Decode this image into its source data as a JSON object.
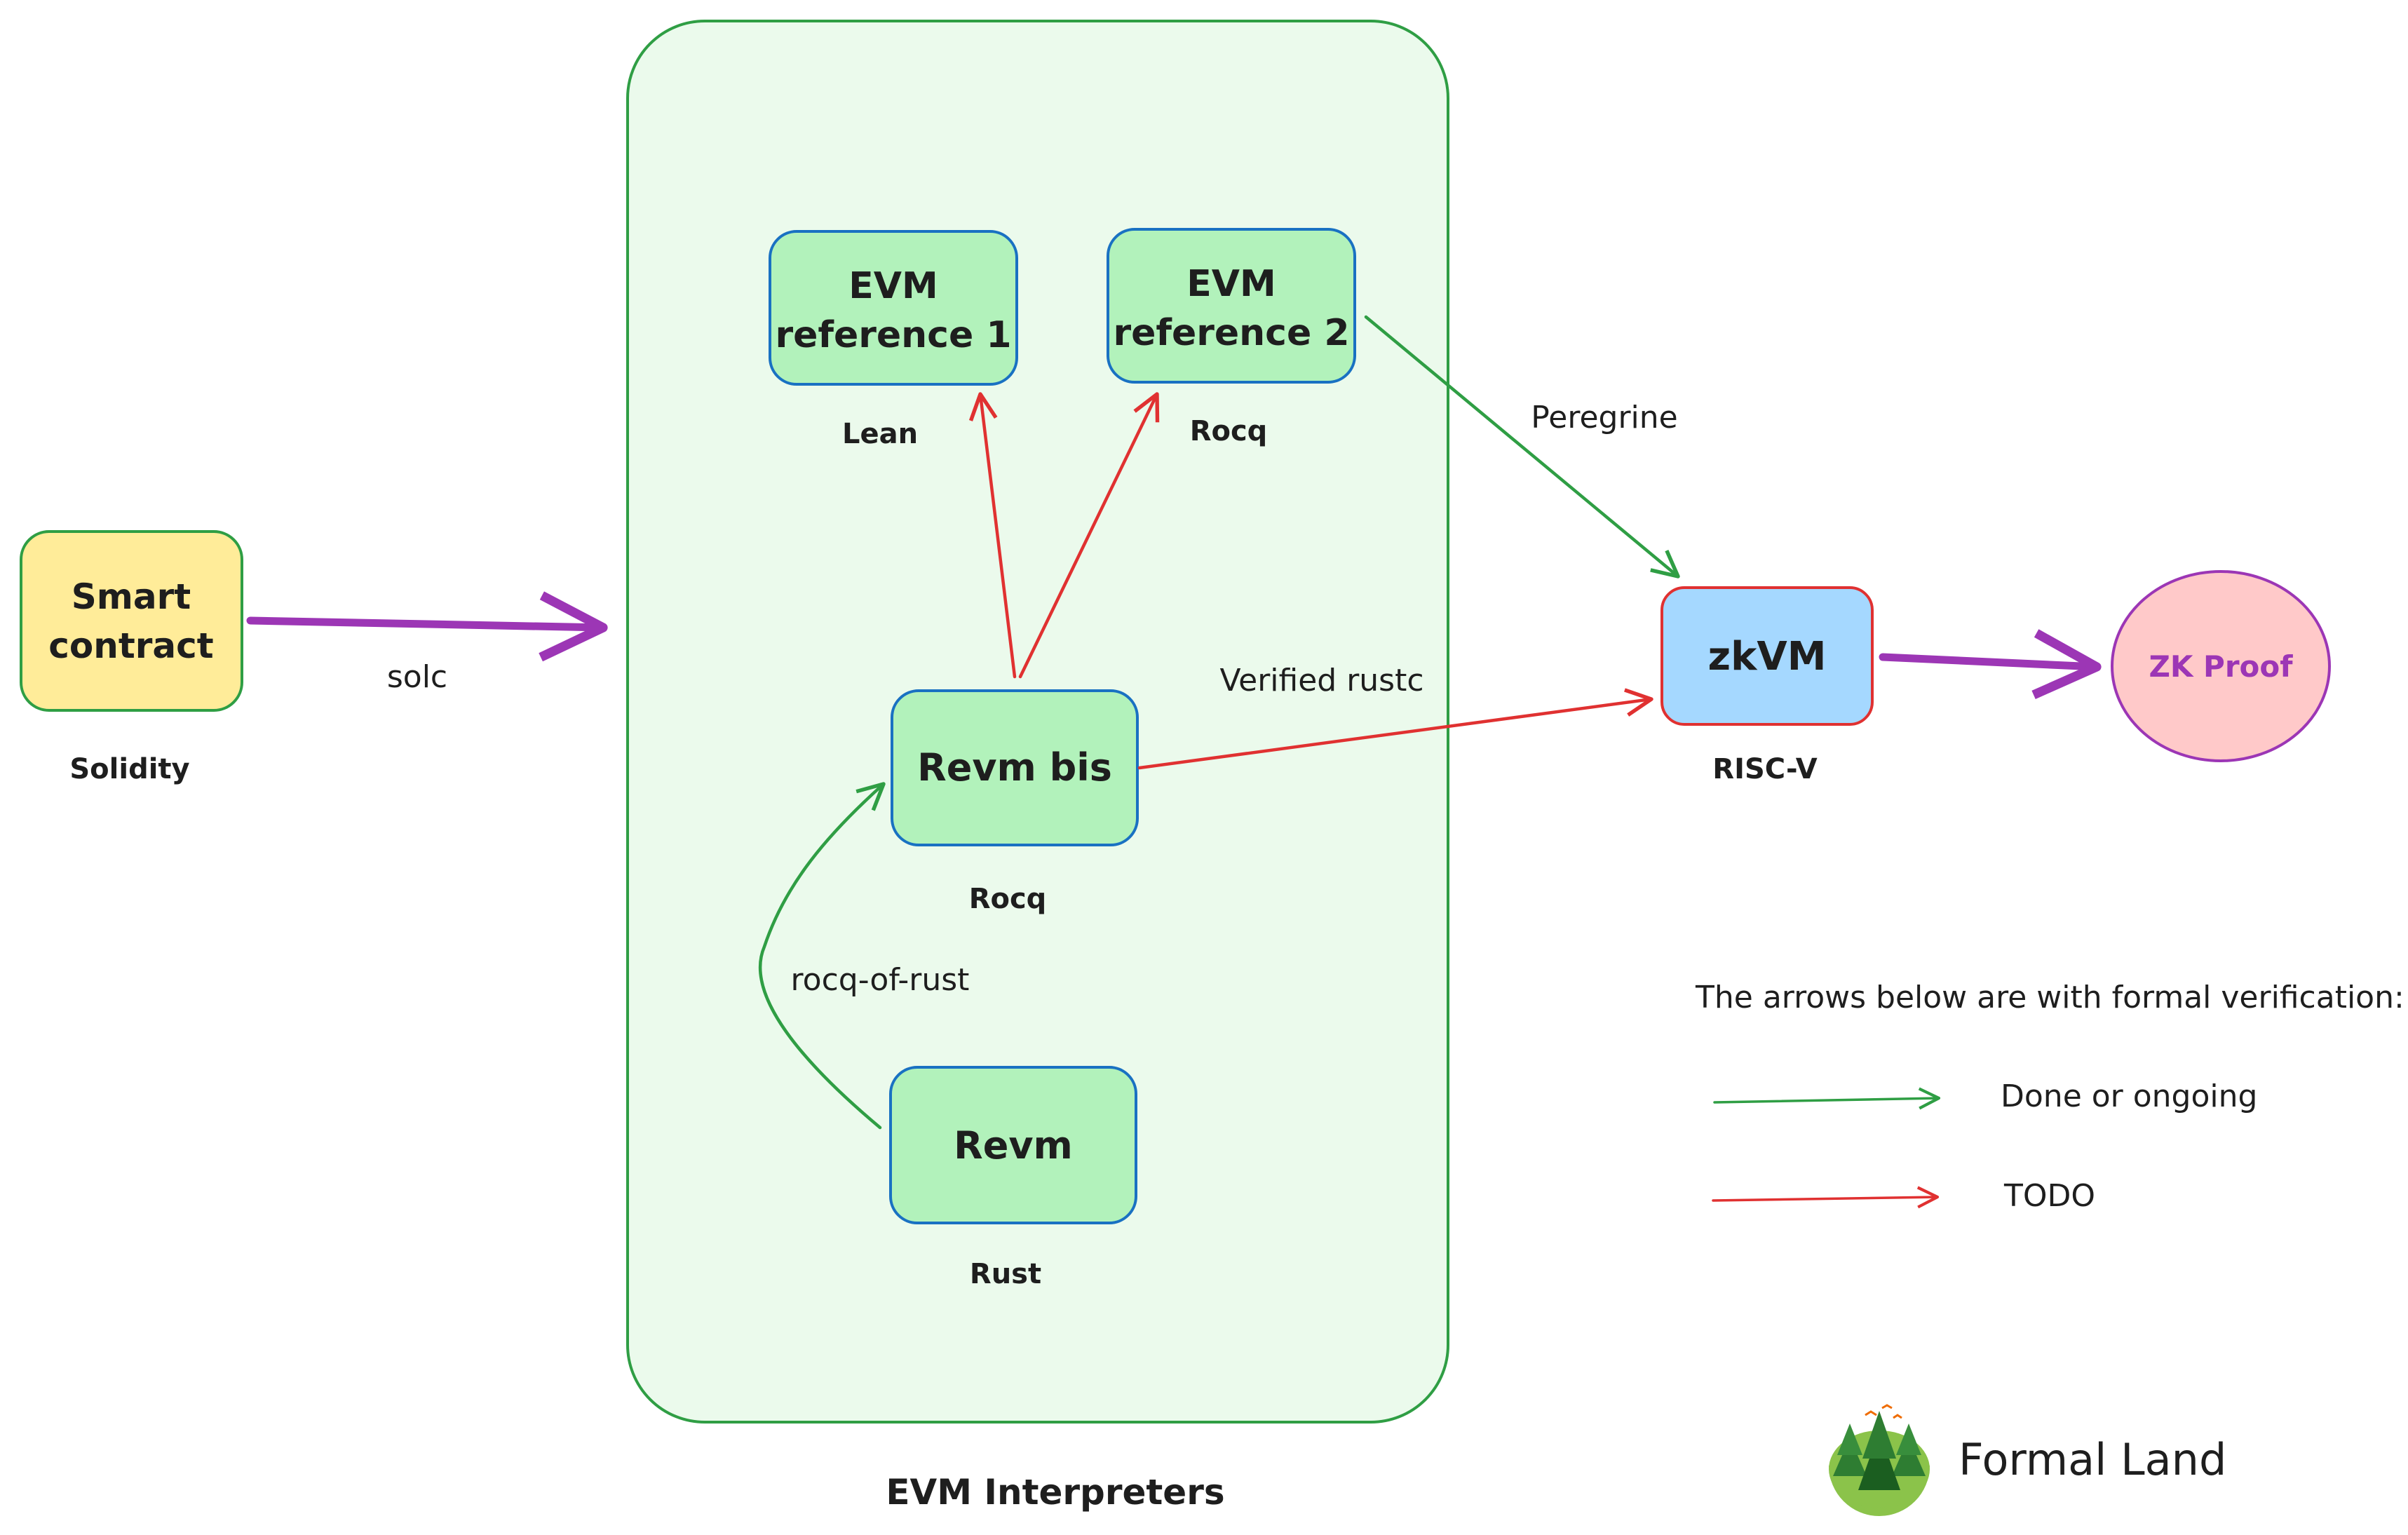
{
  "colors": {
    "group_fill": "#ebfaec",
    "group_stroke": "#2f9e44",
    "node_green": "#b2f2bb",
    "node_blue_stroke": "#1971c2",
    "node_yellow": "#ffec99",
    "node_zkvm": "#a5d8ff",
    "zkvm_stroke": "#e03131",
    "proof_fill": "#ffc9c9",
    "proof_stroke": "#9c36b5",
    "arrow_purple": "#9c36b5",
    "arrow_green": "#2f9e44",
    "arrow_red": "#e03131"
  },
  "nodes": {
    "smart_contract": {
      "line1": "Smart",
      "line2": "contract",
      "caption": "Solidity"
    },
    "evm_ref1": {
      "line1": "EVM",
      "line2": "reference 1",
      "caption": "Lean"
    },
    "evm_ref2": {
      "line1": "EVM",
      "line2": "reference 2",
      "caption": "Rocq"
    },
    "revm_bis": {
      "label": "Revm bis",
      "caption": "Rocq"
    },
    "revm": {
      "label": "Revm",
      "caption": "Rust"
    },
    "zkvm": {
      "label": "zkVM",
      "caption": "RISC-V"
    },
    "zk_proof": {
      "label": "ZK Proof"
    }
  },
  "group": {
    "title": "EVM Interpreters"
  },
  "edges": {
    "solc": "solc",
    "peregrine": "Peregrine",
    "verified_rustc": "Verified rustc",
    "rocq_of_rust": "rocq-of-rust"
  },
  "legend": {
    "heading": "The arrows below are with formal verification:",
    "done": "Done or ongoing",
    "todo": "TODO"
  },
  "brand": {
    "name": "Formal Land",
    "logo_icon": "forest-logo-icon"
  }
}
